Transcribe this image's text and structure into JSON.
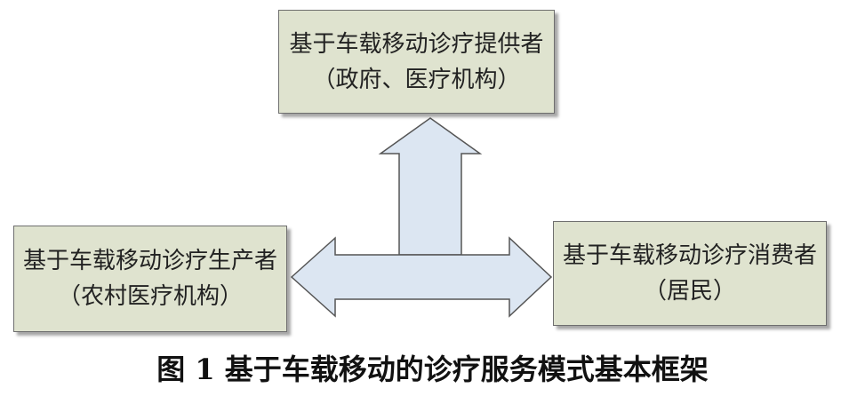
{
  "diagram": {
    "provider": {
      "line1": "基于车载移动诊疗提供者",
      "line2": "（政府、医疗机构）"
    },
    "producer": {
      "line1": "基于车载移动诊疗生产者",
      "line2": "（农村医疗机构）"
    },
    "consumer": {
      "line1": "基于车载移动诊疗消费者",
      "line2": "（居民）"
    }
  },
  "caption": "图 1   基于车载移动的诊疗服务模式基本框架",
  "colors": {
    "box_fill": "#dfe3cf",
    "arrow_fill": "#dce6f2",
    "arrow_stroke": "#555555"
  }
}
